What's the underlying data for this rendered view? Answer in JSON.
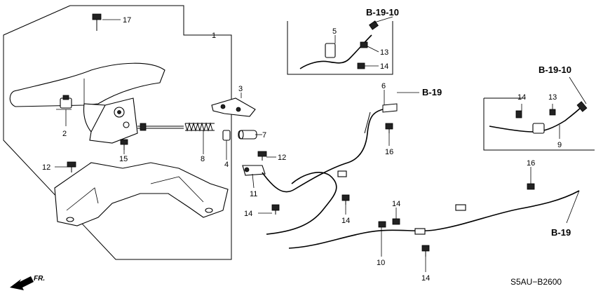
{
  "diagram": {
    "diagram_code": "S5AU−B2600",
    "front_marker": "FR.",
    "refs": {
      "b1910_top": "B-19-10",
      "b1910_right": "B-19-10",
      "b19_upper": "B-19",
      "b19_lower": "B-19"
    },
    "callouts": {
      "n1": "1",
      "n2": "2",
      "n3": "3",
      "n4": "4",
      "n5": "5",
      "n6": "6",
      "n7": "7",
      "n8": "8",
      "n9": "9",
      "n10": "10",
      "n11": "11",
      "n12a": "12",
      "n12b": "12",
      "n13a": "13",
      "n13b": "13",
      "n14a": "14",
      "n14b": "14",
      "n14c": "14",
      "n14d": "14",
      "n14e": "14",
      "n14f": "14",
      "n15": "15",
      "n16a": "16",
      "n16b": "16",
      "n17": "17"
    }
  }
}
